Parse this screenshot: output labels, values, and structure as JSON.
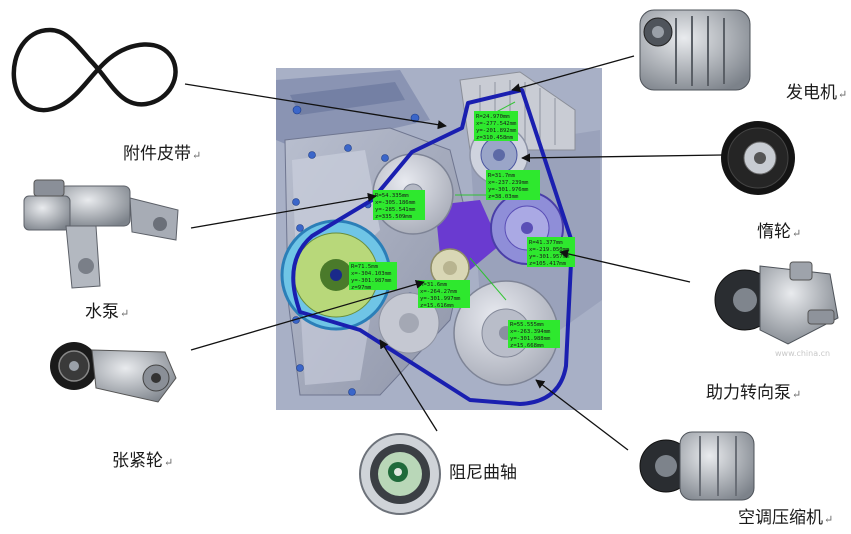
{
  "labels": {
    "belt": "附件皮带",
    "water_pump": "水泵",
    "tensioner": "张紧轮",
    "damper_crank": "阻尼曲轴",
    "alternator": "发电机",
    "idler": "惰轮",
    "power_steering_pump": "助力转向泵",
    "ac_compressor": "空调压缩机"
  },
  "paragraph_mark": "↵",
  "watermark": "www.china.cn",
  "annotations": {
    "alternator": [
      "R=24.970mm",
      "x=-277.542mm",
      "y=-201.892mm",
      "z=310.458mm"
    ],
    "water_pump": [
      "R=54.335mm",
      "x=-305.186mm",
      "y=-285.541mm",
      "z=335.509mm"
    ],
    "idler": [
      "R=31.7mm",
      "x=-237.239mm",
      "y=-301.976mm",
      "z=38.03mm"
    ],
    "power_steering": [
      "R=41.377mm",
      "x=-219.050mm",
      "y=-301.957mm",
      "z=105.417mm"
    ],
    "damper": [
      "R=71.5mm",
      "x=-304.103mm",
      "y=-301.987mm",
      "z=97mm"
    ],
    "tensioner": [
      "R=31.6mm",
      "x=-264.27mm",
      "y=-301.997mm",
      "z=15.616mm"
    ],
    "ac_compressor": [
      "R=55.555mm",
      "x=-263.394mm",
      "y=-301.988mm",
      "z=15.668mm"
    ]
  }
}
